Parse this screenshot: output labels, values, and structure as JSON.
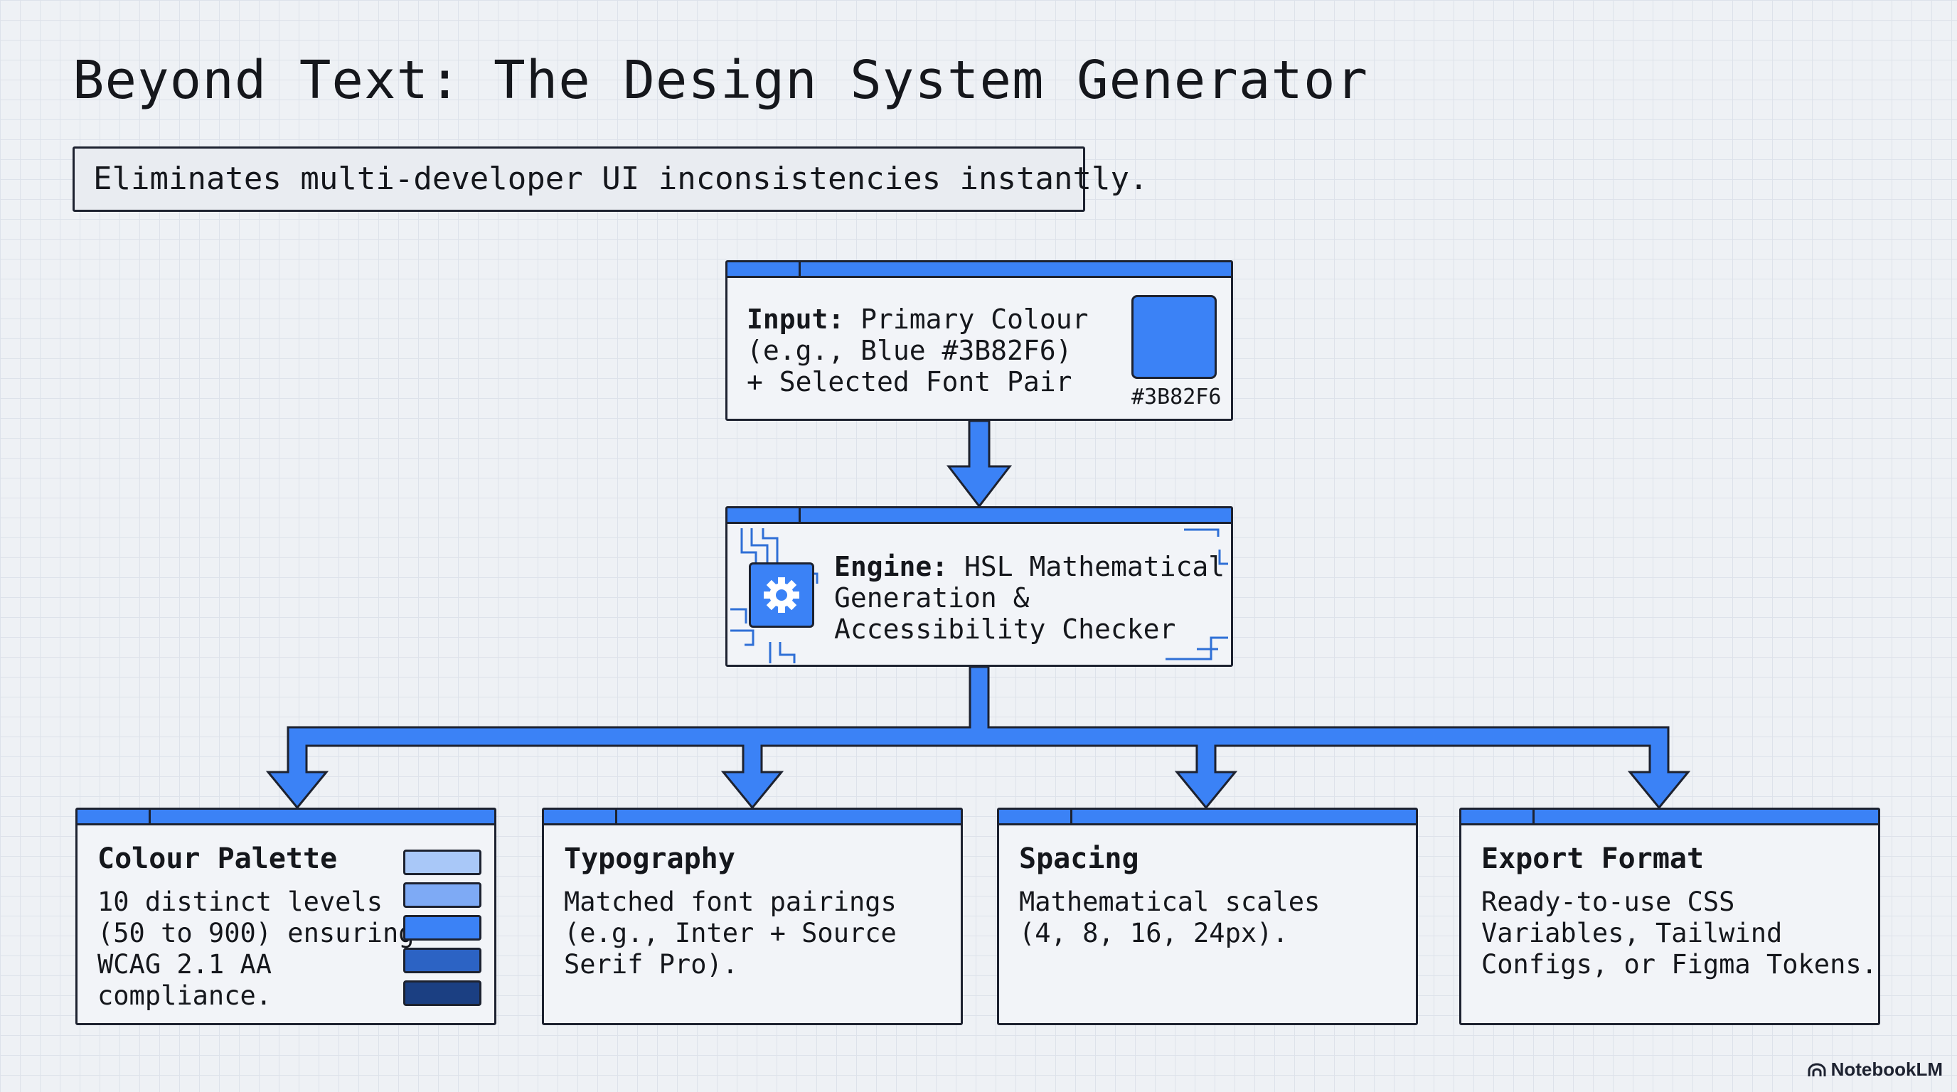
{
  "header": {
    "title": "Beyond Text: The Design System Generator",
    "subtitle": "Eliminates multi-developer UI inconsistencies instantly."
  },
  "input": {
    "label": "Input:",
    "line1": "Primary Colour",
    "line2": "(e.g., Blue #3B82F6)",
    "line3": "+ Selected Font Pair",
    "swatch_hex": "#3B82F6",
    "swatch_color": "#3B82F6"
  },
  "engine": {
    "label": "Engine:",
    "line1": "HSL Mathematical",
    "line2": "Generation &",
    "line3": "Accessibility Checker",
    "icon": "gear-icon"
  },
  "outputs": [
    {
      "title": "Colour Palette",
      "description": "10 distinct levels\n(50 to 900) ensuring\nWCAG 2.1 AA\ncompliance.",
      "palette": [
        "#A9C8F8",
        "#7EAAF5",
        "#3B82F6",
        "#2C63C4",
        "#1B3F82"
      ]
    },
    {
      "title": "Typography",
      "description": "Matched font pairings\n(e.g., Inter + Source\nSerif Pro)."
    },
    {
      "title": "Spacing",
      "description": "Mathematical scales\n(4, 8, 16, 24px)."
    },
    {
      "title": "Export Format",
      "description": "Ready-to-use CSS\nVariables, Tailwind\nConfigs, or Figma Tokens."
    }
  ],
  "footer": {
    "brand": "NotebookLM"
  },
  "colors": {
    "accent": "#3B82F6",
    "outline": "#1D2230",
    "background": "#EEF1F5"
  }
}
